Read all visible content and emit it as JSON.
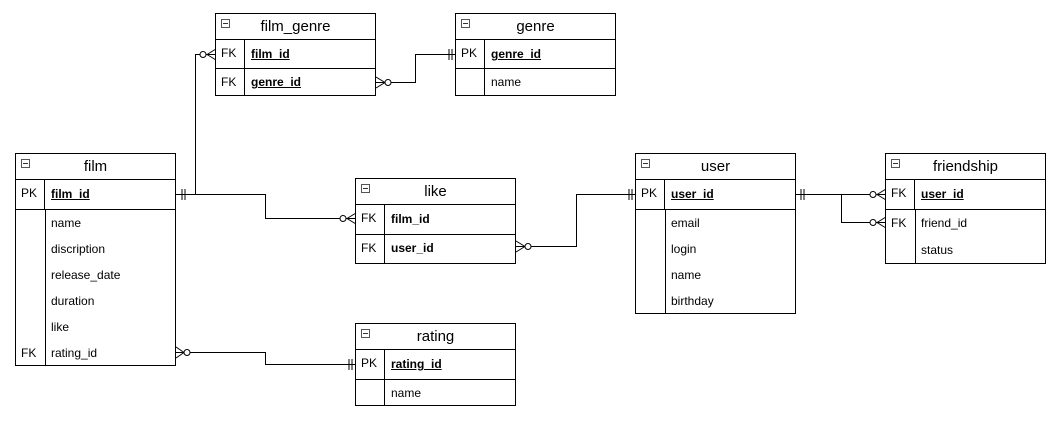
{
  "diagram": {
    "entities": {
      "film_genre": {
        "title": "film_genre",
        "rows": [
          {
            "key": "FK",
            "name": "film_id",
            "style": "pk"
          },
          {
            "key": "FK",
            "name": "genre_id",
            "style": "pk"
          }
        ]
      },
      "genre": {
        "title": "genre",
        "rows": [
          {
            "key": "PK",
            "name": "genre_id",
            "style": "pk"
          },
          {
            "key": "",
            "name": "name",
            "style": ""
          }
        ]
      },
      "film": {
        "title": "film",
        "rows": [
          {
            "key": "PK",
            "name": "film_id",
            "style": "pk"
          },
          {
            "key": "",
            "name": "name",
            "style": ""
          },
          {
            "key": "",
            "name": "discription",
            "style": ""
          },
          {
            "key": "",
            "name": "release_date",
            "style": ""
          },
          {
            "key": "",
            "name": "duration",
            "style": ""
          },
          {
            "key": "",
            "name": "like",
            "style": ""
          },
          {
            "key": "FK",
            "name": "rating_id",
            "style": ""
          }
        ]
      },
      "like": {
        "title": "like",
        "rows": [
          {
            "key": "FK",
            "name": "film_id",
            "style": "bold"
          },
          {
            "key": "FK",
            "name": "user_id",
            "style": "bold"
          }
        ]
      },
      "user": {
        "title": "user",
        "rows": [
          {
            "key": "PK",
            "name": "user_id",
            "style": "pk"
          },
          {
            "key": "",
            "name": "email",
            "style": ""
          },
          {
            "key": "",
            "name": "login",
            "style": ""
          },
          {
            "key": "",
            "name": "name",
            "style": ""
          },
          {
            "key": "",
            "name": "birthday",
            "style": ""
          }
        ]
      },
      "friendship": {
        "title": "friendship",
        "rows": [
          {
            "key": "FK",
            "name": "user_id",
            "style": "pk"
          },
          {
            "key": "FK",
            "name": "friend_id",
            "style": ""
          },
          {
            "key": "",
            "name": "status",
            "style": ""
          }
        ]
      },
      "rating": {
        "title": "rating",
        "rows": [
          {
            "key": "PK",
            "name": "rating_id",
            "style": "pk"
          },
          {
            "key": "",
            "name": "name",
            "style": ""
          }
        ]
      }
    },
    "relationships": [
      {
        "from": "film.film_id",
        "to": "film_genre.film_id",
        "cardinality": "one-to-many"
      },
      {
        "from": "genre.genre_id",
        "to": "film_genre.genre_id",
        "cardinality": "one-to-many"
      },
      {
        "from": "film.film_id",
        "to": "like.film_id",
        "cardinality": "one-to-many"
      },
      {
        "from": "user.user_id",
        "to": "like.user_id",
        "cardinality": "one-to-many"
      },
      {
        "from": "user.user_id",
        "to": "friendship.user_id",
        "cardinality": "one-to-many"
      },
      {
        "from": "user.user_id",
        "to": "friendship.friend_id",
        "cardinality": "one-to-many"
      },
      {
        "from": "rating.rating_id",
        "to": "film.rating_id",
        "cardinality": "one-to-many"
      }
    ]
  }
}
